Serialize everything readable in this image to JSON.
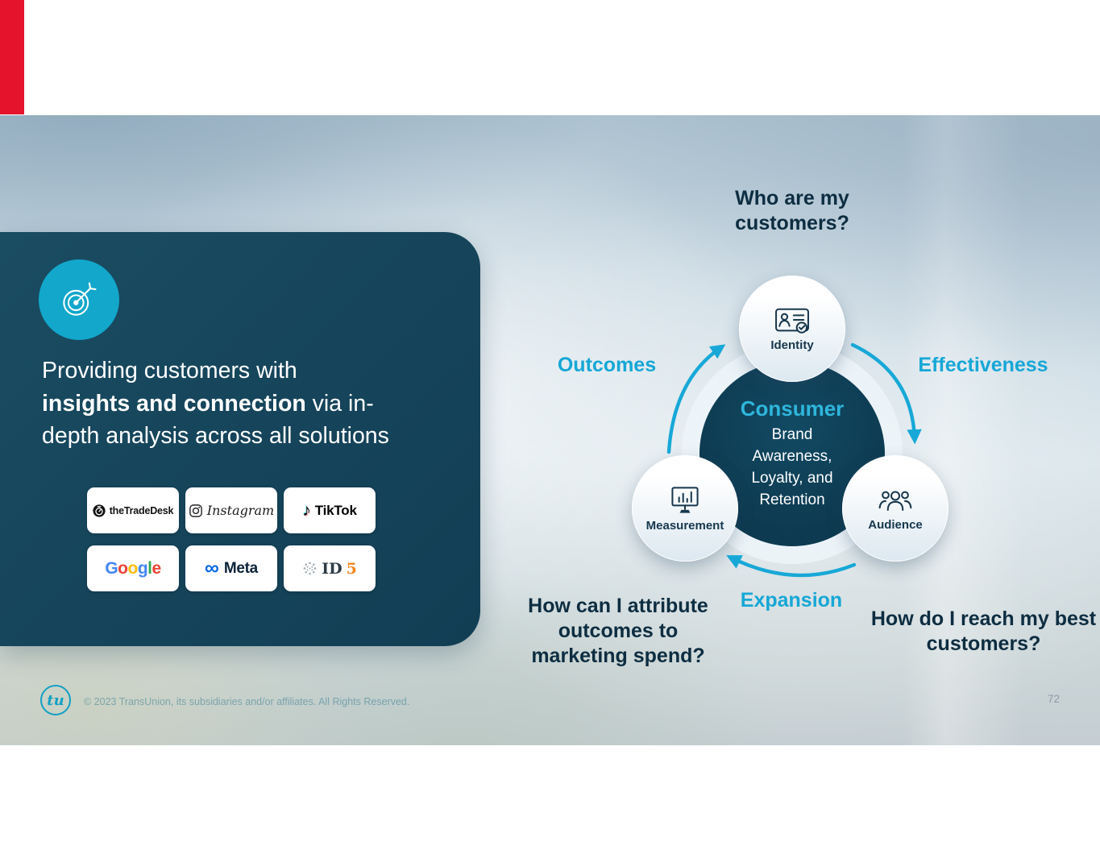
{
  "slide": {
    "page_number": "72",
    "copyright": "© 2023 TransUnion, its subsidiaries and/or affiliates. All Rights Reserved.",
    "brand_logo_text": "tu"
  },
  "icons": {
    "tiktok_note": "♪",
    "meta_infinity": "∞"
  },
  "card": {
    "headline": {
      "line1": "Providing customers with",
      "line2_bold": "insights and connection",
      "line2_rest": " via in-",
      "line3": "depth analysis across all solutions"
    },
    "logos": [
      {
        "name": "theTradeDesk"
      },
      {
        "name": "Instagram"
      },
      {
        "name": "TikTok"
      },
      {
        "name": "Google",
        "letters": [
          "G",
          "o",
          "o",
          "g",
          "l",
          "e"
        ]
      },
      {
        "name": "Meta"
      },
      {
        "name": "ID5",
        "id_part": "ID",
        "five_part": "5"
      }
    ]
  },
  "diagram": {
    "center": {
      "title": "Consumer",
      "subtitle": "Brand Awareness, Loyalty, and Retention"
    },
    "nodes": [
      {
        "label": "Identity"
      },
      {
        "label": "Audience"
      },
      {
        "label": "Measurement"
      }
    ],
    "flow_labels": {
      "left": "Outcomes",
      "right": "Effectiveness",
      "bottom": "Expansion"
    },
    "questions": {
      "top": "Who are my customers?",
      "left": "How can I attribute outcomes to marketing spend?",
      "right": "How do I reach my best customers?"
    }
  },
  "colors": {
    "accent_cyan": "#16a7d6",
    "card_teal": "#17465c",
    "center_circle_teal": "#0d3a50",
    "navy_text": "#0d2d41",
    "red_bar": "#e5132b",
    "google_letters": [
      "#4285F4",
      "#EA4335",
      "#FBBC05",
      "#4285F4",
      "#34A853",
      "#EA4335"
    ],
    "meta_blue": "#0668E1",
    "id5_orange": "#f0861e"
  }
}
